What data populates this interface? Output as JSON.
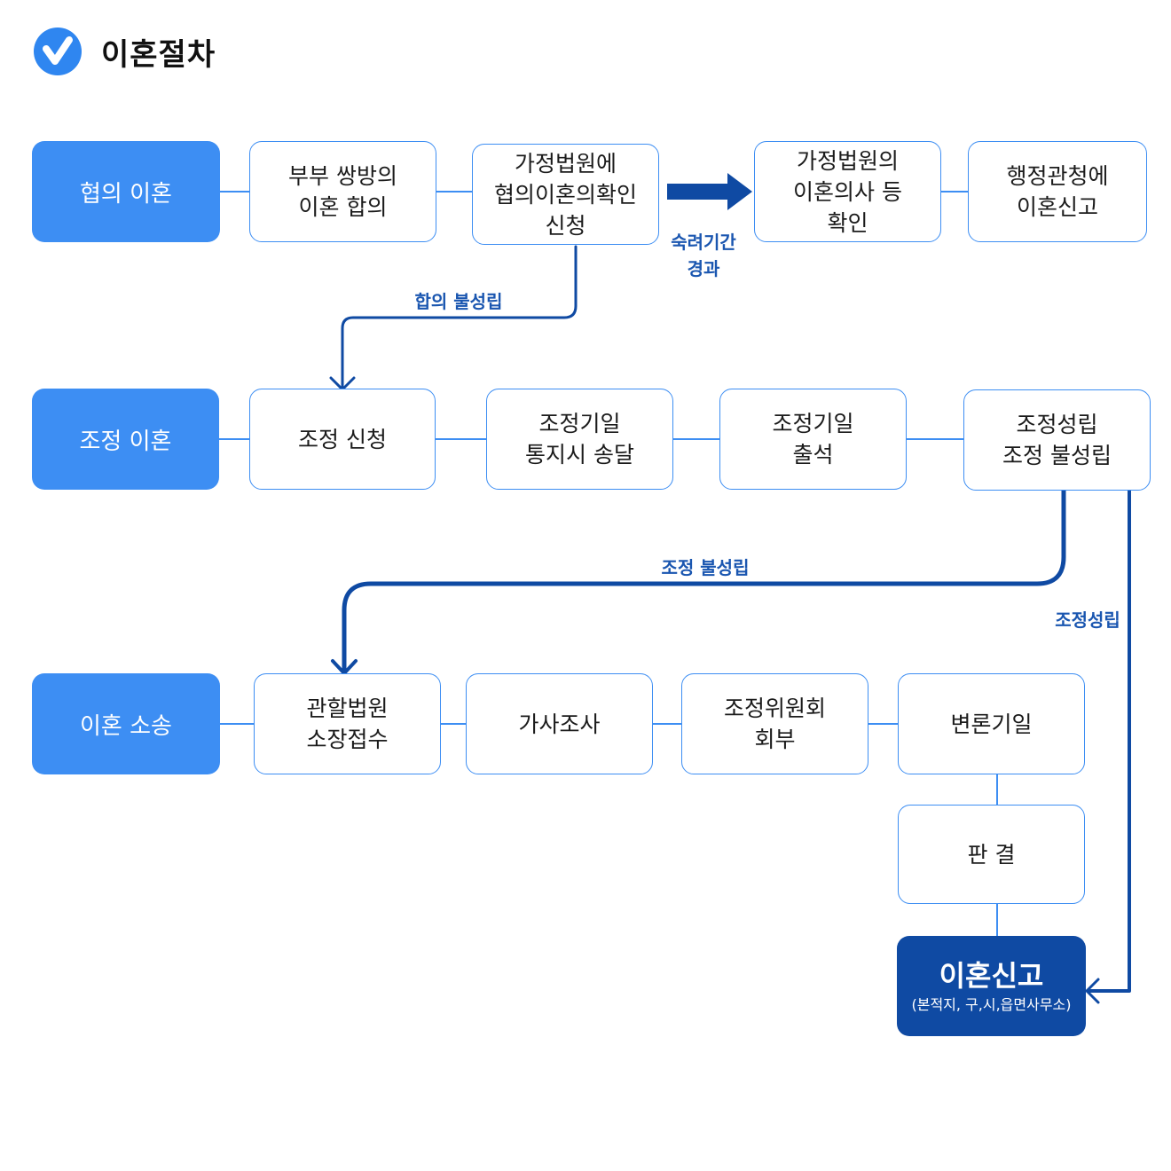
{
  "title": "이혼절차",
  "colors": {
    "label_fill": "#3d8ef3",
    "box_border": "#3d8ef3",
    "arrow": "#0f4aa3",
    "final_fill": "#0f4aa3",
    "flow_label": "#1a56b0"
  },
  "rows": {
    "consensual": {
      "label": "협의 이혼",
      "steps": [
        "부부 쌍방의\n이혼 합의",
        "가정법원에\n협의이혼의확인\n신청",
        "가정법원의\n이혼의사 등\n확인",
        "행정관청에\n이혼신고"
      ]
    },
    "mediation": {
      "label": "조정 이혼",
      "steps": [
        "조정 신청",
        "조정기일\n통지시 송달",
        "조정기일\n출석",
        "조정성립\n조정 불성립"
      ]
    },
    "litigation": {
      "label": "이혼 소송",
      "steps": [
        "관할법원\n소장접수",
        "가사조사",
        "조정위원회\n회부",
        "변론기일"
      ]
    }
  },
  "judgment": "판 결",
  "final": {
    "title": "이혼신고",
    "subtitle": "(본적지, 구,시,읍면사무소)"
  },
  "flow_labels": {
    "cooling_period": "숙려기간\n경과",
    "agreement_failed": "합의 불성립",
    "mediation_failed": "조정 불성립",
    "mediation_success": "조정성립"
  },
  "icons": {
    "title": "check-badge-icon"
  }
}
